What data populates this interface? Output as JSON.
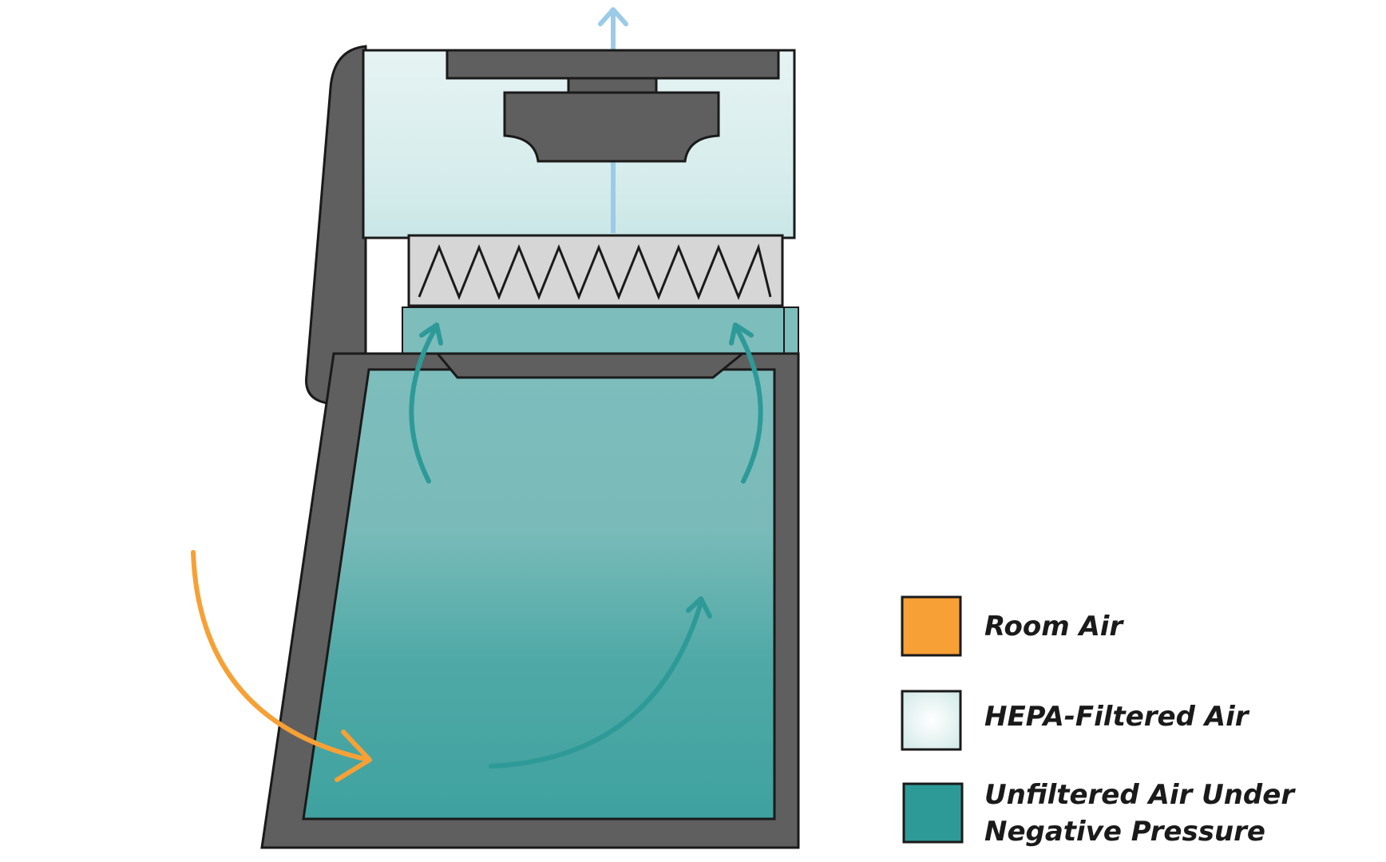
{
  "colors": {
    "room_air": "#F7A035",
    "hepa_air": "#DDEFEF",
    "unfiltered_air": "#2E9A98",
    "cabinet": "#5F5F5F",
    "outline": "#1A1A1A",
    "filter": "#D6D6D6",
    "exhaust_arrow": "#9CCBE8"
  },
  "legend": {
    "items": [
      {
        "key": "room-air",
        "lines": [
          "Room Air"
        ],
        "color": "#F7A035"
      },
      {
        "key": "hepa-filtered-air",
        "lines": [
          "HEPA-Filtered Air"
        ],
        "color": "#E9F3F2"
      },
      {
        "key": "unfiltered-air",
        "lines": [
          "Unfiltered Air Under",
          "Negative Pressure"
        ],
        "color": "#2E9A98"
      }
    ]
  }
}
